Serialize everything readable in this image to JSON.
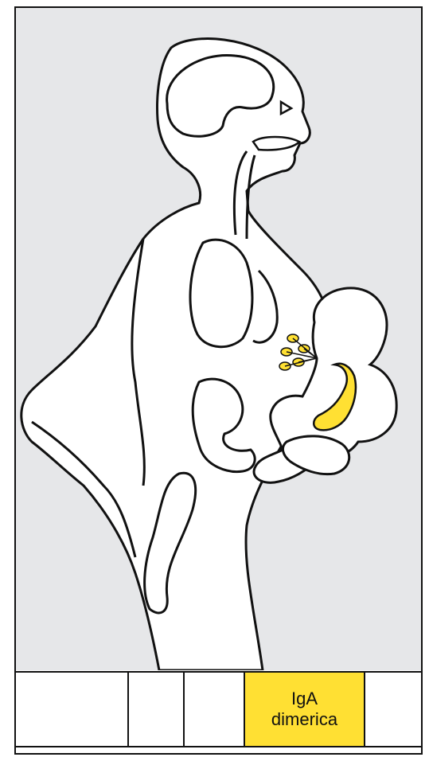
{
  "figure": {
    "highlight_color": "#ffe033",
    "panel_color": "#e6e7e9",
    "line_color": "#111111",
    "icons": [
      "mother-silhouette-illustration",
      "infant-illustration",
      "mammary-gland-icon",
      "infant-gut-icon"
    ]
  },
  "legend": {
    "cells": [
      {
        "lines": [],
        "highlighted": false
      },
      {
        "lines": [],
        "highlighted": false
      },
      {
        "lines": [],
        "highlighted": false
      },
      {
        "lines": [
          "IgA",
          "dimerica"
        ],
        "highlighted": true
      },
      {
        "lines": [],
        "highlighted": false
      }
    ]
  }
}
